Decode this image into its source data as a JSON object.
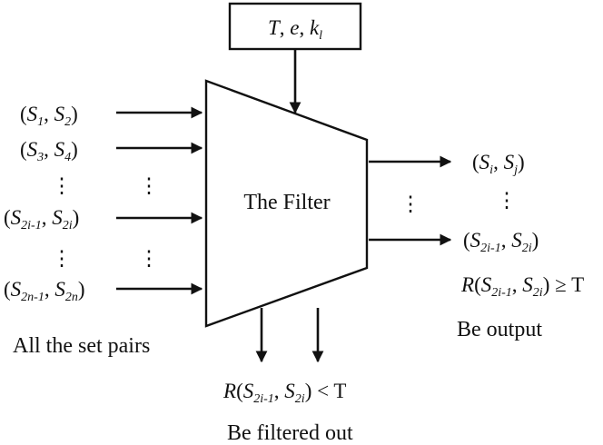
{
  "params": {
    "t": "T",
    "e": "e",
    "k": "k",
    "k_sub": "l"
  },
  "filter_label": "The Filter",
  "inputs": [
    {
      "a": "S",
      "a_sub": "1",
      "b": "S",
      "b_sub": "2"
    },
    {
      "a": "S",
      "a_sub": "3",
      "b": "S",
      "b_sub": "4"
    },
    {
      "a": "S",
      "a_sub": "2i-1",
      "b": "S",
      "b_sub": "2i"
    },
    {
      "a": "S",
      "a_sub": "2n-1",
      "b": "S",
      "b_sub": "2n"
    }
  ],
  "ellipsis": "⋮",
  "inputs_caption": "All the set pairs",
  "outputs": [
    {
      "a": "S",
      "a_sub": "i",
      "b": "S",
      "b_sub": "j"
    },
    {
      "a": "S",
      "a_sub": "2i-1",
      "b": "S",
      "b_sub": "2i"
    }
  ],
  "output_condition": {
    "fn": "R",
    "a": "S",
    "a_sub": "2i-1",
    "b": "S",
    "b_sub": "2i",
    "op": "≥ T"
  },
  "output_caption": "Be output",
  "filtered_condition": {
    "fn": "R",
    "a": "S",
    "a_sub": "2i-1",
    "b": "S",
    "b_sub": "2i",
    "op": "< T"
  },
  "filtered_caption": "Be filtered out"
}
